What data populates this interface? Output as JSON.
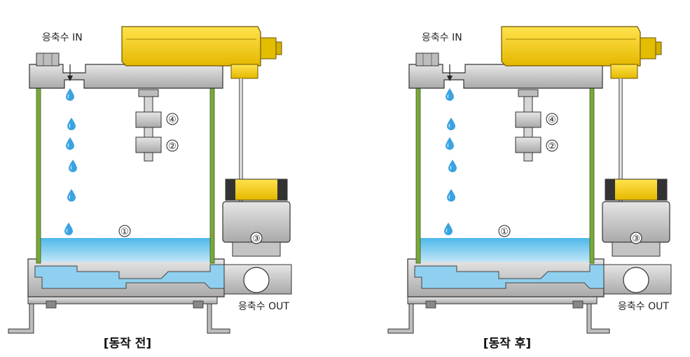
{
  "panels": [
    {
      "id": "before",
      "caption": "[동작 전]",
      "inlet_label": "응축수 IN",
      "outlet_label": "응축수 OUT",
      "callouts": [
        "①",
        "②",
        "③",
        "④"
      ]
    },
    {
      "id": "after",
      "caption": "[동작 후]",
      "inlet_label": "응축수 IN",
      "outlet_label": "응축수 OUT",
      "callouts": [
        "①",
        "②",
        "③",
        "④"
      ]
    }
  ],
  "colors": {
    "water": "#6ec6ef",
    "housing_yellow": "#f7d117",
    "metal": "#c8c8c8",
    "frame_green": "#7aa83c",
    "drop": "#3aa3e0"
  }
}
